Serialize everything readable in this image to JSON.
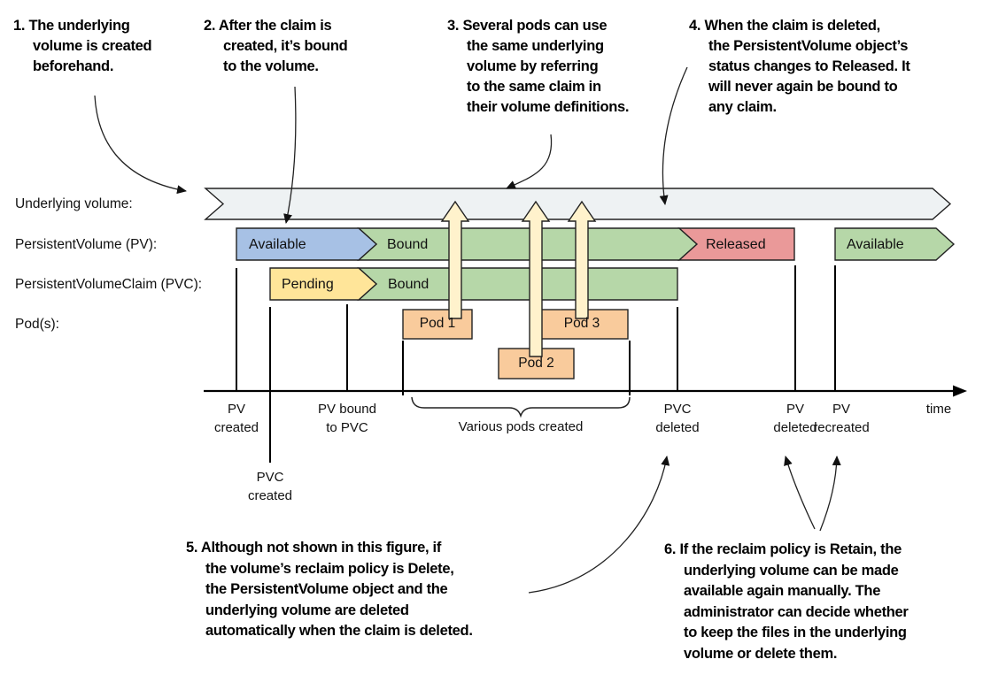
{
  "figure": {
    "annotations": {
      "n1": "1. The underlying\nvolume is created\nbeforehand.",
      "n2": "2. After the claim is\ncreated, it’s bound\nto the volume.",
      "n3": "3. Several pods can use\nthe same underlying\nvolume by referring\nto the same claim in\ntheir volume definitions.",
      "n4": "4. When the claim is deleted,\nthe PersistentVolume object’s\nstatus changes to Released. It\nwill never again be bound to\nany claim.",
      "n5": "5. Although not shown in this figure, if\nthe volume’s reclaim policy is Delete,\nthe PersistentVolume object and the\nunderlying volume are deleted\nautomatically when the claim is deleted.",
      "n6": "6. If the reclaim policy is Retain, the\nunderlying volume can be made\navailable again manually. The\nadministrator can decide whether\nto keep the files in the underlying\nvolume or delete them."
    },
    "rows": {
      "underlying": "Underlying volume:",
      "pv": "PersistentVolume (PV):",
      "pvc": "PersistentVolumeClaim (PVC):",
      "pods": "Pod(s):"
    },
    "states": {
      "pv_available1": "Available",
      "pv_bound": "Bound",
      "pv_released": "Released",
      "pv_available2": "Available",
      "pvc_pending": "Pending",
      "pvc_bound": "Bound"
    },
    "pods": {
      "pod1": "Pod 1",
      "pod2": "Pod 2",
      "pod3": "Pod 3"
    },
    "axis": {
      "pv_created": "PV\ncreated",
      "pvc_created": "PVC\ncreated",
      "pv_bound_to_pvc": "PV bound\nto PVC",
      "various_pods": "Various pods created",
      "pvc_deleted": "PVC\ndeleted",
      "pv_deleted": "PV\ndeleted",
      "pv_recreated": "PV\nrecreated",
      "time": "time"
    },
    "colors": {
      "underlying_fill": "#eef2f3",
      "available_blue": "#a7c1e5",
      "bound_green": "#b6d7a8",
      "pending_yellow": "#ffe599",
      "released_red": "#ea9999",
      "pod_orange": "#f9cb9c",
      "arrow_cream": "#fff2cc"
    }
  }
}
